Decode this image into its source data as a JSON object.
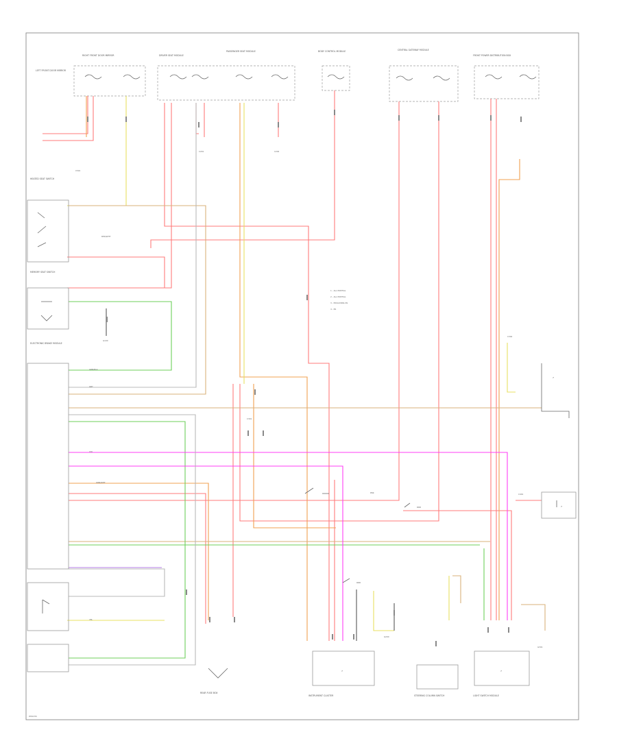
{
  "diagram": {
    "footer_code": "W01234",
    "component_labels": [
      "LEFT FRONT DOOR MIRROR",
      "RIGHT FRONT DOOR MIRROR",
      "DRIVER SEAT MODULE",
      "PASSENGER SEAT MODULE",
      "BODY CONTROL MODULE",
      "HEATED SEAT SWITCH",
      "MEMORY SEAT SWITCH",
      "ELECTRONIC BRAKE MODULE",
      "CENTRAL GATEWAY MODULE",
      "FRONT POWER DISTRIBUTION BOX",
      "REAR FUSE BOX",
      "INSTRUMENT CLUSTER",
      "STEERING COLUMN SWITCH",
      "LIGHT SWITCH MODULE"
    ],
    "connector_labels": [
      "C201",
      "C202",
      "C301",
      "C302",
      "C401",
      "C501"
    ],
    "ground_labels": [
      "G100",
      "G200",
      "G301"
    ],
    "legend_items": [
      "1 - ALL PONTIAL",
      "2 - ALL PONTIAL",
      "3 - EXCLUDING RS",
      "4 - RS"
    ],
    "wire_labels": [
      "RED/WHT",
      "GRN/BLK",
      "YEL",
      "VIO",
      "ORN/WHT",
      "GRY",
      "PNK"
    ]
  }
}
